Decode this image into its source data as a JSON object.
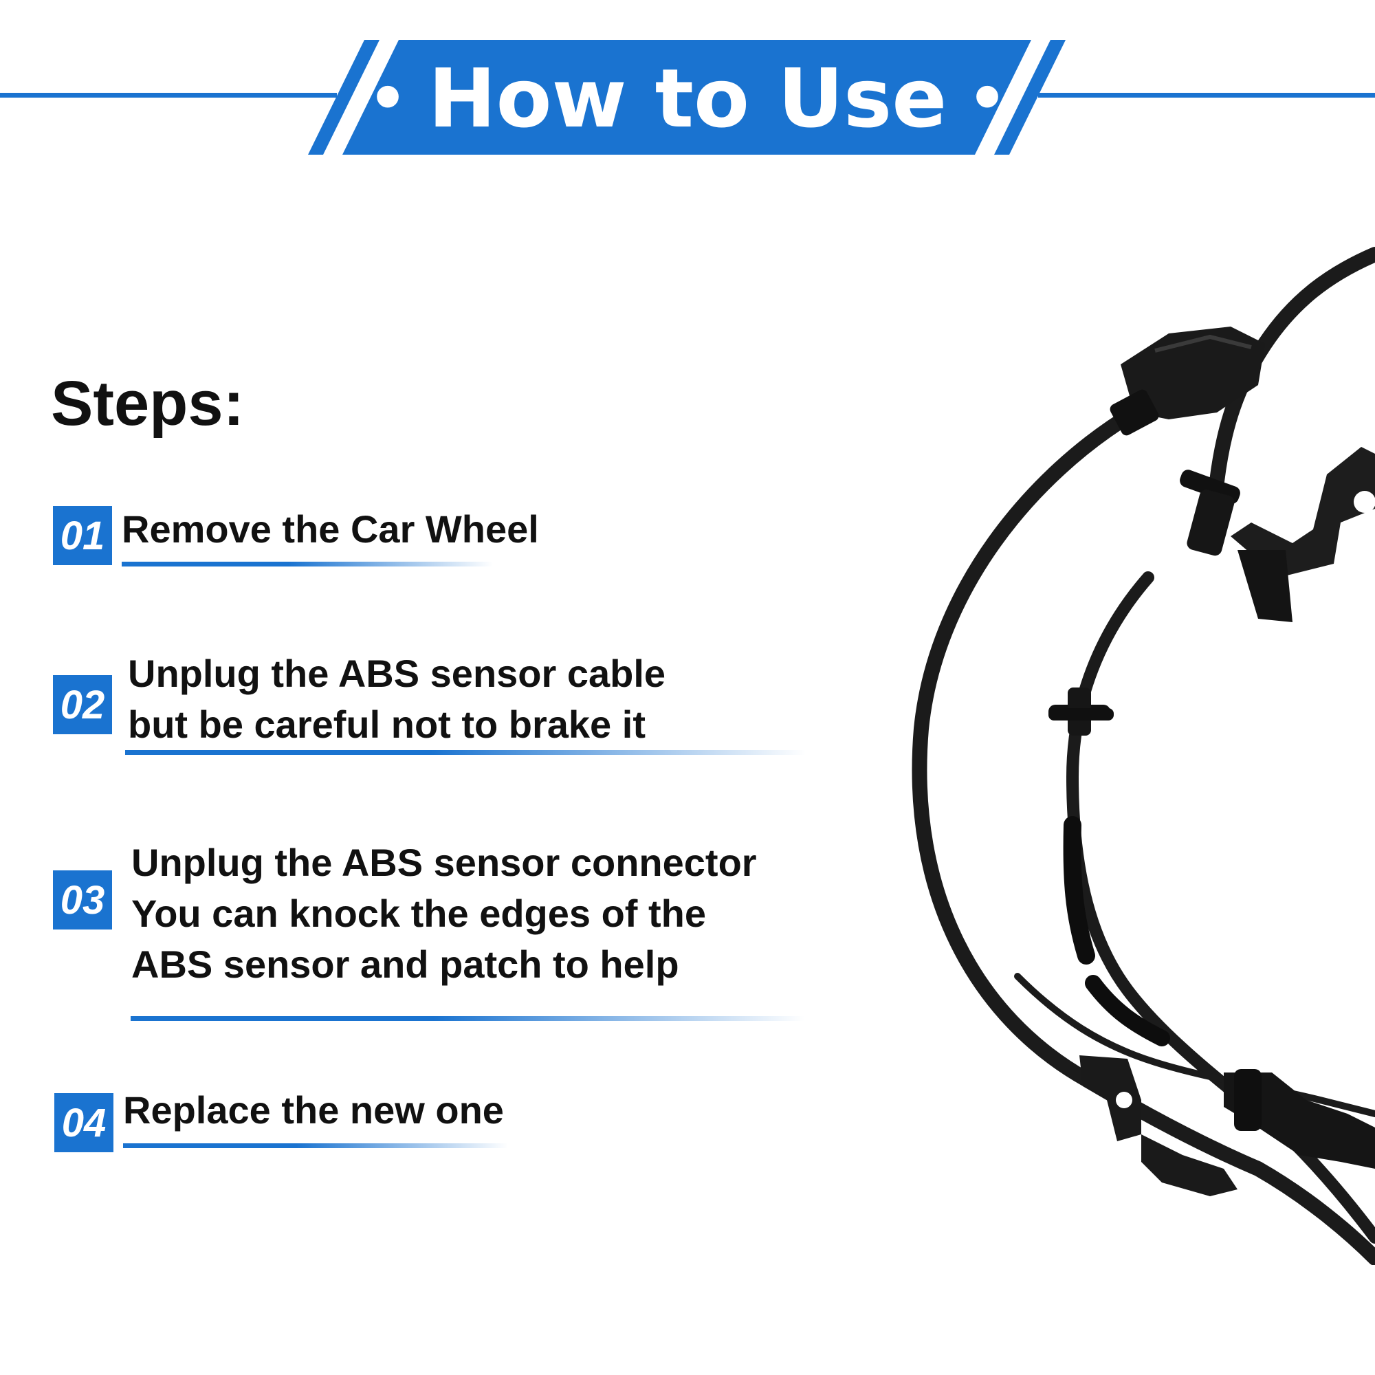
{
  "banner": {
    "title": "How to Use",
    "dot": "•",
    "color": "#1a73d0"
  },
  "steps_heading": "Steps:",
  "steps": [
    {
      "number": "01",
      "lines": [
        "Remove the Car Wheel"
      ]
    },
    {
      "number": "02",
      "lines": [
        "Unplug the ABS sensor cable",
        "but be careful not to brake it"
      ]
    },
    {
      "number": "03",
      "lines": [
        "Unplug the ABS sensor connector",
        "You can knock the edges of the",
        "ABS sensor and patch to help"
      ]
    },
    {
      "number": "04",
      "lines": [
        "Replace the new one"
      ]
    }
  ],
  "product": {
    "name": "abs-sensor-cable-image"
  }
}
